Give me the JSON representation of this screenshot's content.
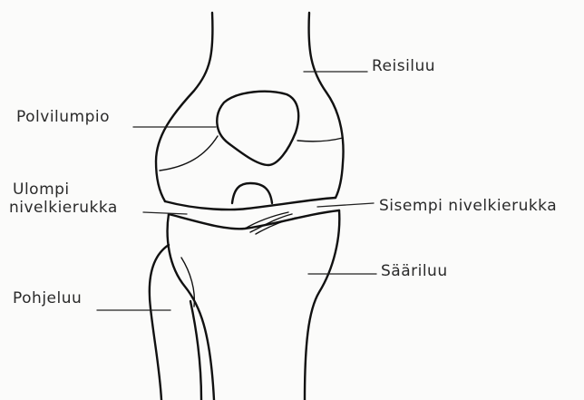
{
  "labels": {
    "femur": "Reisiluu",
    "patella": "Polvilumpio",
    "lateral_meniscus_line1": "Ulompi",
    "lateral_meniscus_line2": "nivelkierukka",
    "medial_meniscus": "Sisempi nivelkierukka",
    "tibia": "Sääriluu",
    "fibula": "Pohjeluu"
  }
}
